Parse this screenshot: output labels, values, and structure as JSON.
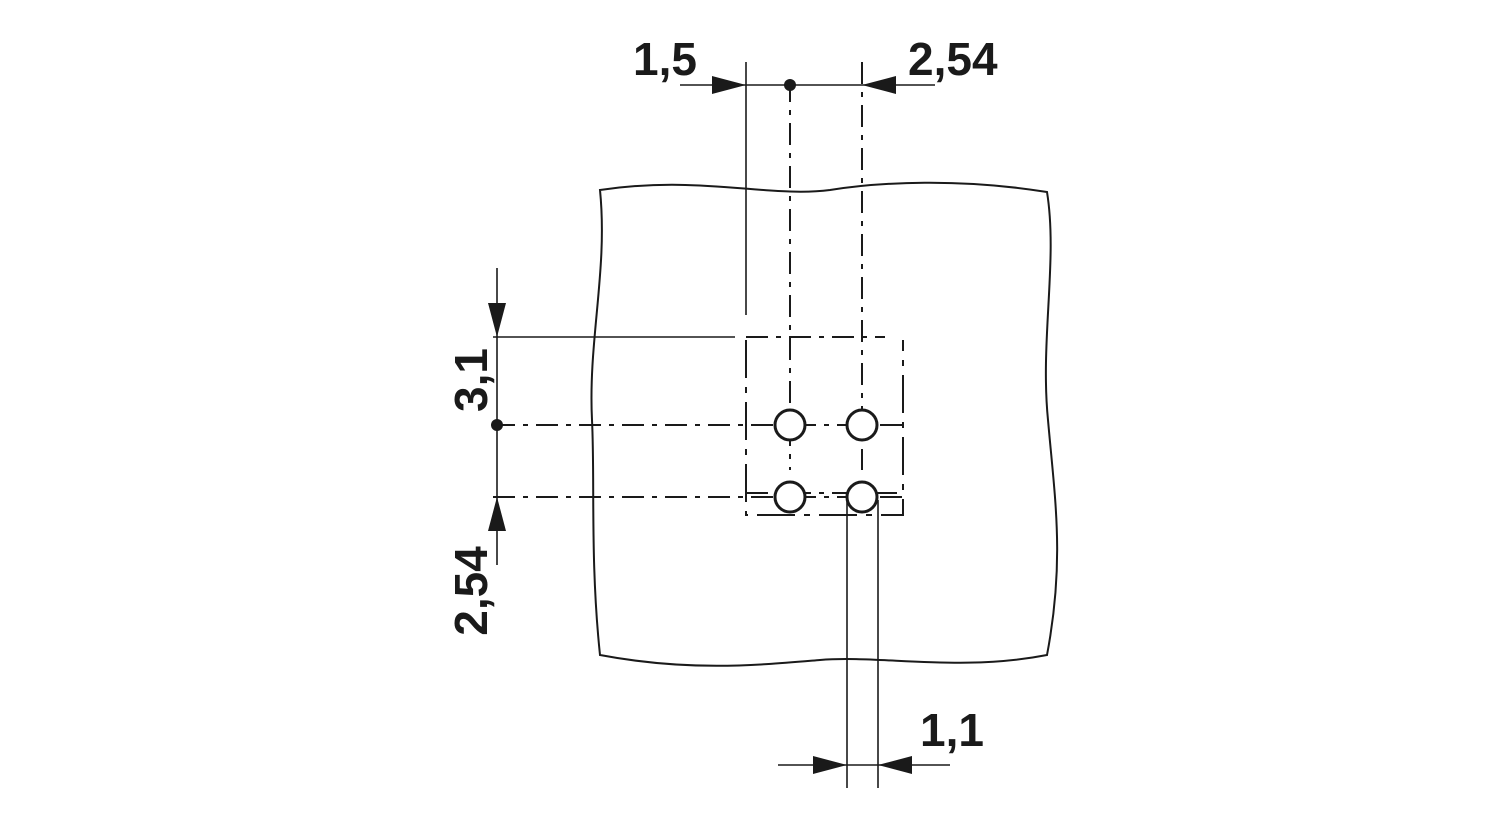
{
  "drawing": {
    "dimensions": {
      "top_left": "1,5",
      "top_right": "2,54",
      "left_upper": "3,1",
      "left_lower": "2,54",
      "bottom": "1,1"
    },
    "colors": {
      "line": "#1a1a1a",
      "background": "#ffffff"
    }
  }
}
